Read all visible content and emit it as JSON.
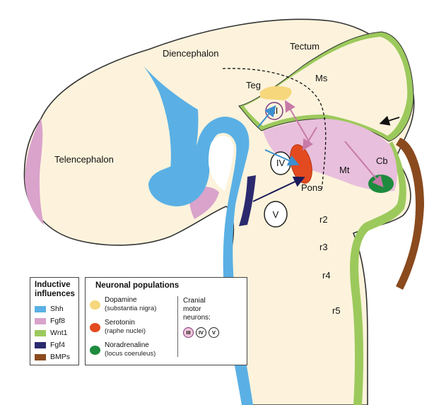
{
  "regions": {
    "telencephalon": "Telencephalon",
    "diencephalon": "Diencephalon",
    "tectum": "Tectum",
    "ms": "Ms",
    "teg": "Teg",
    "mt": "Mt",
    "cb": "Cb",
    "pons": "Pons",
    "r2": "r2",
    "r3": "r3",
    "r4": "r4",
    "r5": "r5"
  },
  "nuclei": {
    "iii": "III",
    "iv": "IV",
    "v": "V"
  },
  "colors": {
    "brain": "#fdf3dc",
    "shh": "#5ab0e4",
    "fgf8": "#d9a3cc",
    "wnt1": "#9cc95c",
    "fgf4": "#2b2a6e",
    "bmps": "#8a4a1e",
    "dopamine": "#f6d77c",
    "serotonin": "#e34a1f",
    "noradrenaline": "#1e8b3e"
  },
  "legend_inductive": {
    "title_line1": "Inductive",
    "title_line2": "influences",
    "items": [
      {
        "label": "Shh",
        "color": "#5ab0e4"
      },
      {
        "label": "Fgf8",
        "color": "#d9a3cc"
      },
      {
        "label": "Wnt1",
        "color": "#9cc95c"
      },
      {
        "label": "Fgf4",
        "color": "#2b2a6e"
      },
      {
        "label": "BMPs",
        "color": "#8a4a1e"
      }
    ]
  },
  "legend_neuronal": {
    "title": "Neuronal populations",
    "items": [
      {
        "name": "Dopamine",
        "sub": "(substantia nigra)",
        "color": "#f6d77c"
      },
      {
        "name": "Serotonin",
        "sub": "(raphe nuclei)",
        "color": "#e34a1f"
      },
      {
        "name": "Noradrenaline",
        "sub": "(locus coeruleus)",
        "color": "#1e8b3e"
      }
    ],
    "cranial_line1": "Cranial",
    "cranial_line2": "motor",
    "cranial_line3": "neurons:",
    "cranial_icons": [
      "III",
      "IV",
      "V"
    ]
  }
}
